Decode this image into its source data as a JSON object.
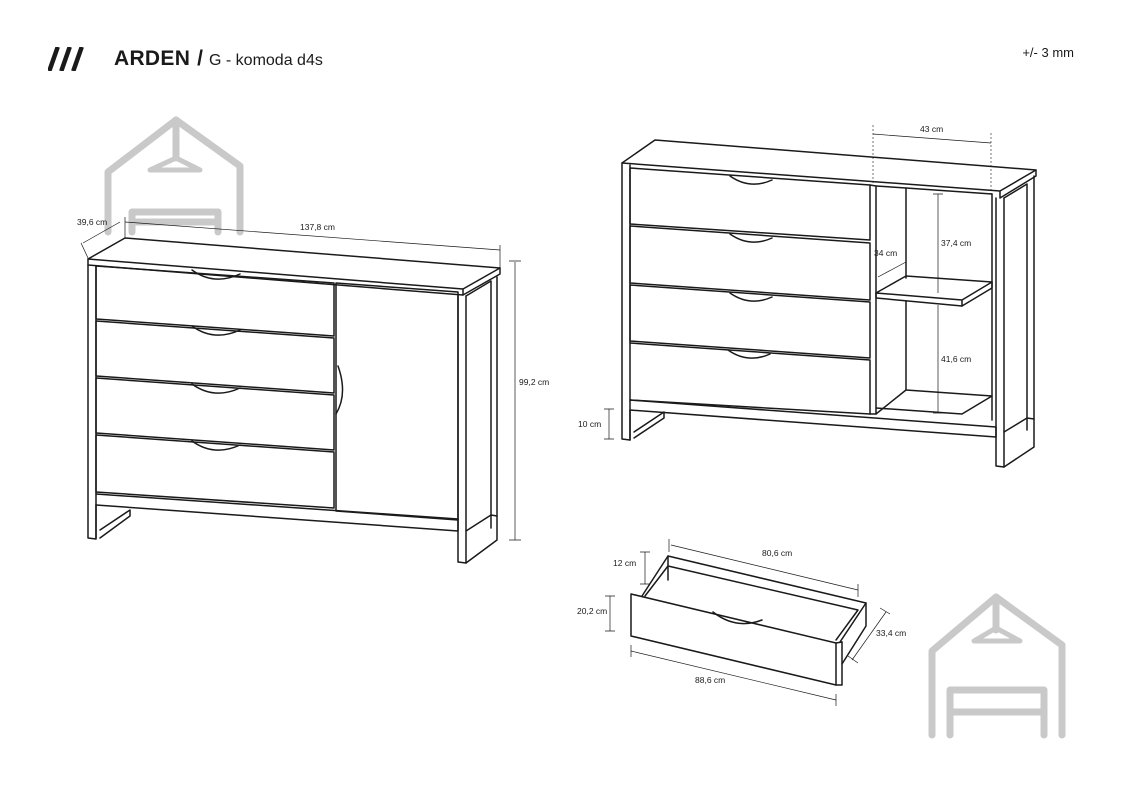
{
  "header": {
    "brand_icon": "triple-slash-logo",
    "product": "ARDEN",
    "separator": "/",
    "subtitle": "G - komoda d4s",
    "tolerance": "+/- 3 mm"
  },
  "front_view": {
    "depth": "39,6 cm",
    "width": "137,8 cm",
    "height": "99,2 cm"
  },
  "side_view": {
    "compartment_width": "43 cm",
    "shelf_depth": "34 cm",
    "upper_height": "37,4 cm",
    "lower_height": "41,6 cm",
    "leg_height": "10 cm"
  },
  "drawer_view": {
    "inner_width": "80,6 cm",
    "inner_height": "12 cm",
    "front_height": "20,2 cm",
    "depth": "33,4 cm",
    "front_width": "88,6 cm"
  },
  "watermark_icon": "house-armchair-icon"
}
